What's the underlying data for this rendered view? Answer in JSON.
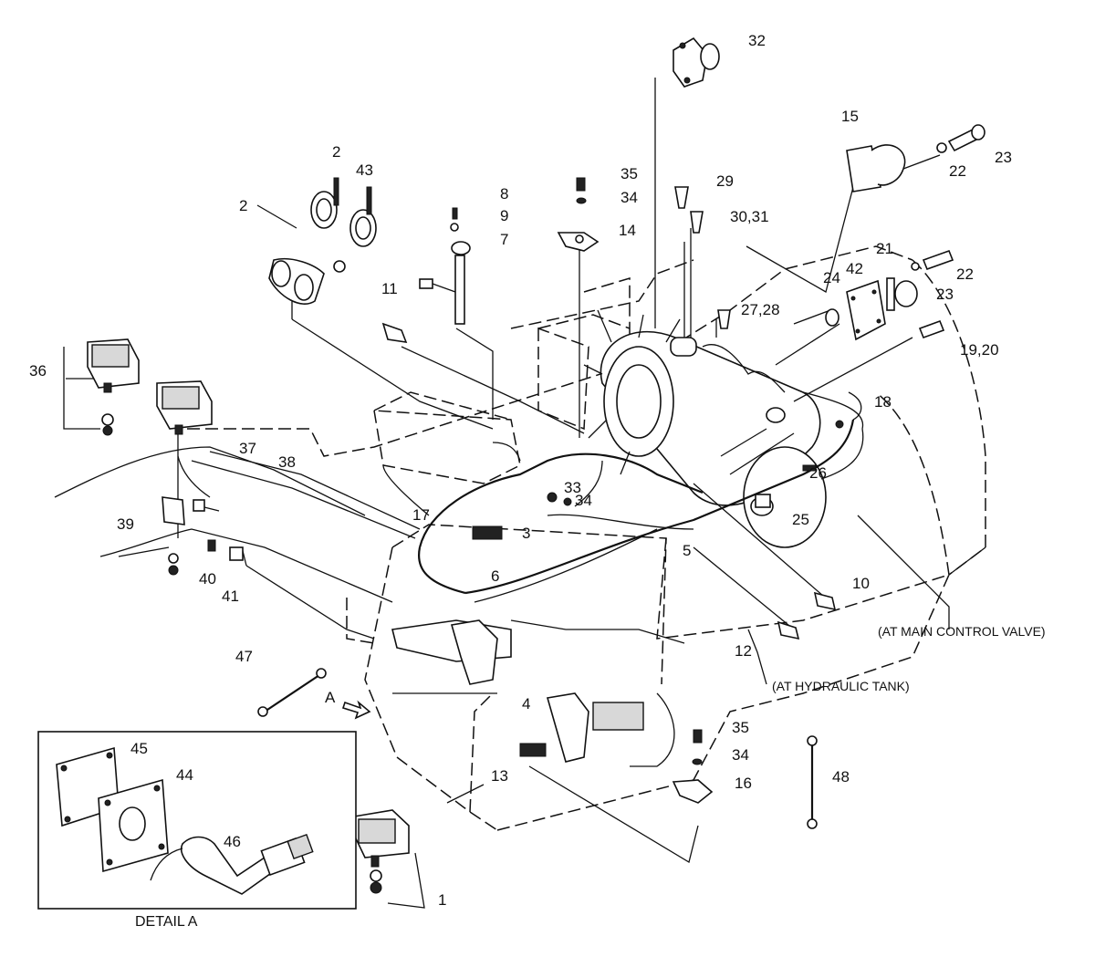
{
  "callouts": [
    {
      "id": "c1",
      "text": "1"
    },
    {
      "id": "c2a",
      "text": "2"
    },
    {
      "id": "c2b",
      "text": "2"
    },
    {
      "id": "c3",
      "text": "3"
    },
    {
      "id": "c4",
      "text": "4"
    },
    {
      "id": "c5",
      "text": "5"
    },
    {
      "id": "c6",
      "text": "6"
    },
    {
      "id": "c7",
      "text": "7"
    },
    {
      "id": "c8",
      "text": "8"
    },
    {
      "id": "c9",
      "text": "9"
    },
    {
      "id": "c10",
      "text": "10"
    },
    {
      "id": "c11",
      "text": "11"
    },
    {
      "id": "c12",
      "text": "12"
    },
    {
      "id": "c13",
      "text": "13"
    },
    {
      "id": "c14",
      "text": "14"
    },
    {
      "id": "c15",
      "text": "15"
    },
    {
      "id": "c16",
      "text": "16"
    },
    {
      "id": "c17",
      "text": "17"
    },
    {
      "id": "c18",
      "text": "18"
    },
    {
      "id": "c1920",
      "text": "19,20"
    },
    {
      "id": "c21",
      "text": "21"
    },
    {
      "id": "c22a",
      "text": "22"
    },
    {
      "id": "c22b",
      "text": "22"
    },
    {
      "id": "c23a",
      "text": "23"
    },
    {
      "id": "c23b",
      "text": "23"
    },
    {
      "id": "c24",
      "text": "24"
    },
    {
      "id": "c25",
      "text": "25"
    },
    {
      "id": "c26",
      "text": "26"
    },
    {
      "id": "c2728",
      "text": "27,28"
    },
    {
      "id": "c29",
      "text": "29"
    },
    {
      "id": "c3031",
      "text": "30,31"
    },
    {
      "id": "c32",
      "text": "32"
    },
    {
      "id": "c33",
      "text": "33"
    },
    {
      "id": "c34a",
      "text": "34"
    },
    {
      "id": "c34b",
      "text": "34"
    },
    {
      "id": "c34c",
      "text": "34"
    },
    {
      "id": "c35a",
      "text": "35"
    },
    {
      "id": "c35b",
      "text": "35"
    },
    {
      "id": "c36",
      "text": "36"
    },
    {
      "id": "c37",
      "text": "37"
    },
    {
      "id": "c38",
      "text": "38"
    },
    {
      "id": "c39",
      "text": "39"
    },
    {
      "id": "c40",
      "text": "40"
    },
    {
      "id": "c41",
      "text": "41"
    },
    {
      "id": "c42",
      "text": "42"
    },
    {
      "id": "c43",
      "text": "43"
    },
    {
      "id": "c44",
      "text": "44"
    },
    {
      "id": "c45",
      "text": "45"
    },
    {
      "id": "c46",
      "text": "46"
    },
    {
      "id": "c47",
      "text": "47"
    },
    {
      "id": "c48",
      "text": "48"
    }
  ],
  "notes": {
    "main_control_valve": "(AT MAIN CONTROL VALVE)",
    "hydraulic_tank": "(AT HYDRAULIC TANK)",
    "view_arrow": "A",
    "detail_title": "DETAIL A"
  }
}
